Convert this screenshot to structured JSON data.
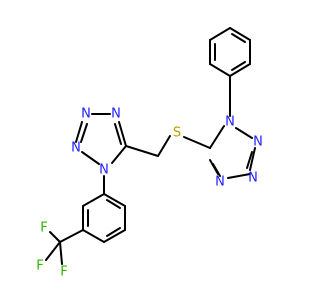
{
  "colors": {
    "carbon_bond": "#000000",
    "nitrogen": "#1f1fff",
    "sulfur": "#b8a000",
    "fluorine": "#32b400",
    "background": "#ffffff"
  },
  "atoms": {
    "ta_n1": "N",
    "ta_n2": "N",
    "ta_n3": "N",
    "ta_n4": "N",
    "tb_n1": "N",
    "tb_n2": "N",
    "tb_n3": "N",
    "tb_n4": "N",
    "s": "S",
    "f1": "F",
    "f2": "F",
    "f3": "F"
  }
}
